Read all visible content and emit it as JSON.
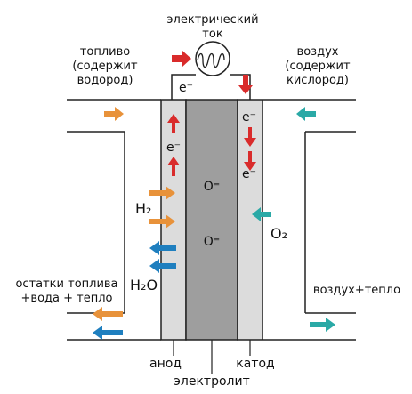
{
  "labels": {
    "current_line1": "электрический",
    "current_line2": "ток",
    "fuel_line1": "топливо",
    "fuel_line2": "(содержит",
    "fuel_line3": "водород)",
    "air_line1": "воздух",
    "air_line2": "(содержит",
    "air_line3": "кислород)",
    "residue_line1": "остатки топлива",
    "residue_line2": "+вода + тепло",
    "air_heat": "воздух+тепло",
    "anode": "анод",
    "cathode": "катод",
    "electrolyte": "электролит"
  },
  "species": {
    "electron": "e⁻",
    "oxide_ion": "O⁼",
    "hydrogen": "H₂",
    "oxygen": "O₂",
    "water": "H₂O"
  },
  "colors": {
    "fuel_arrow": "#e8923a",
    "air_arrow": "#2aa9a6",
    "water_arrow": "#1f7fbf",
    "electron_arrow": "#d92b2b",
    "electrolyte": "#9c9c9c",
    "electrode": "#d9d9d9",
    "line": "#222222"
  }
}
